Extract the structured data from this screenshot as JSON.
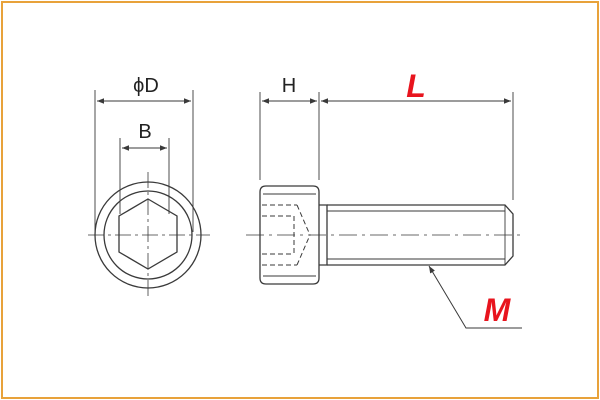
{
  "labels": {
    "diameter": "ϕD",
    "hex_width": "B",
    "head_height": "H",
    "length": "L",
    "thread": "M"
  },
  "colors": {
    "frame": "#e8a23a",
    "line": "#3a3a3a",
    "accent": "#e8141e"
  }
}
